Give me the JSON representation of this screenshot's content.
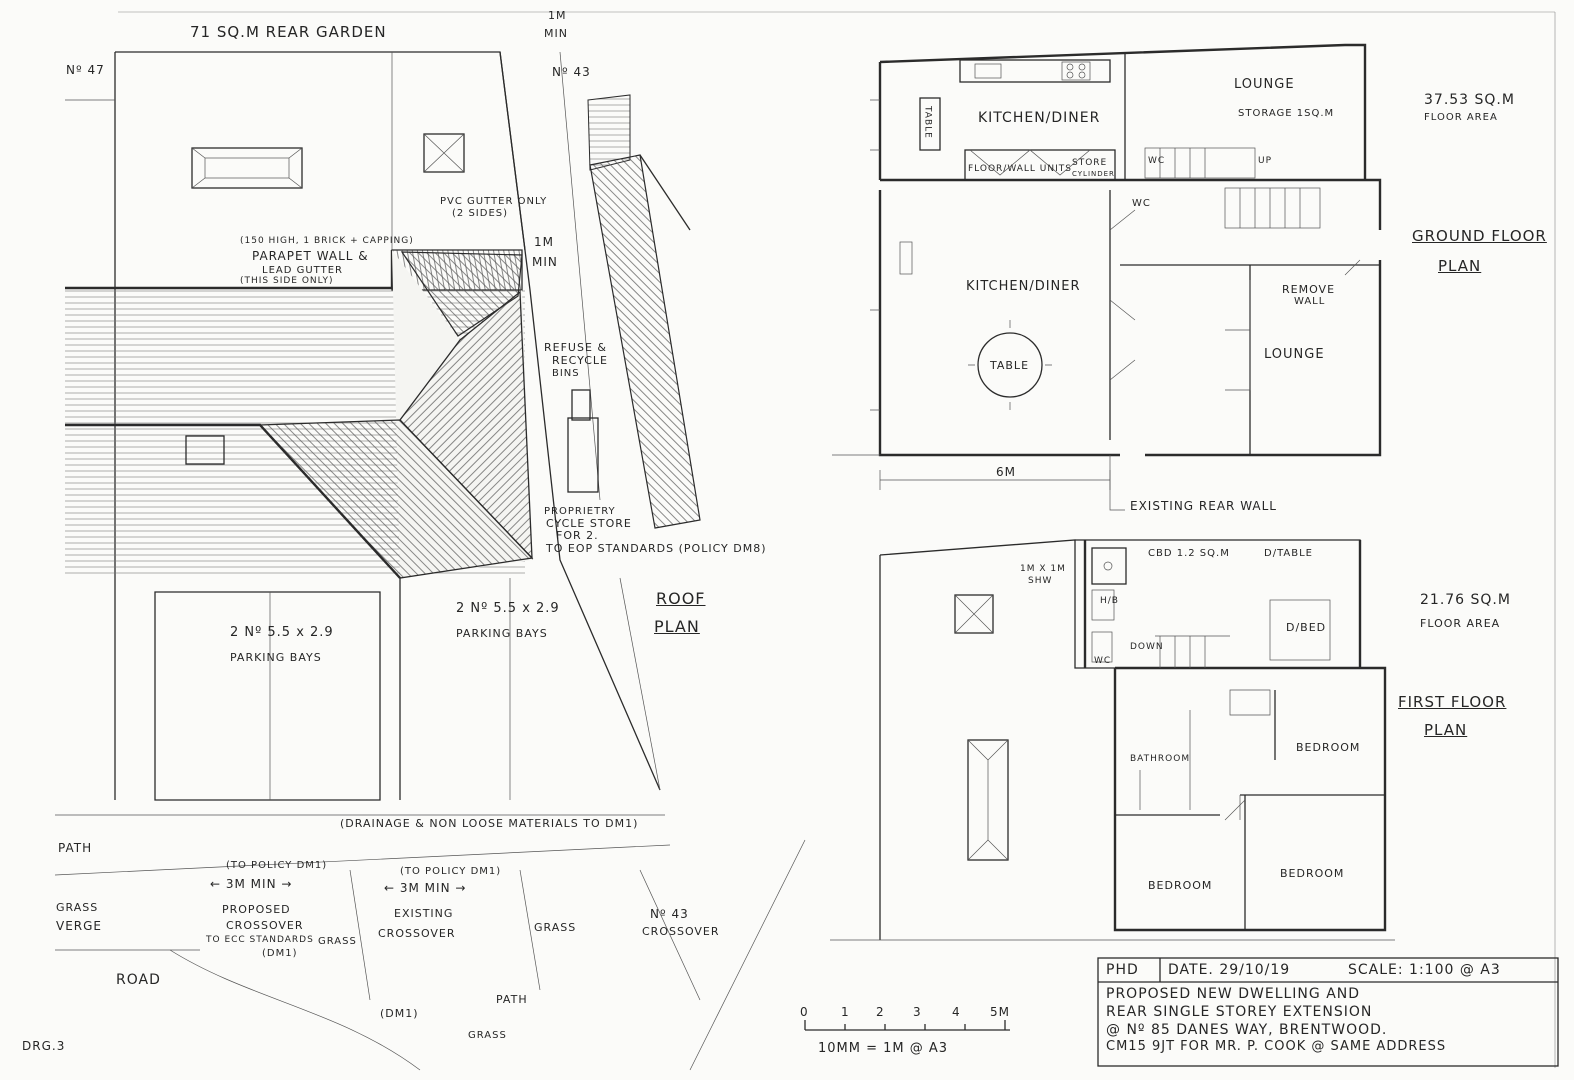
{
  "roof_plan": {
    "rear_garden": "71 SQ.M REAR GARDEN",
    "no47": "Nº 47",
    "no43_top": "Nº 43",
    "min_top_a": "1M",
    "min_top_b": "MIN",
    "pvc_gutter_a": "PVC GUTTER ONLY",
    "pvc_gutter_b": "(2 SIDES)",
    "min_side_a": "1M",
    "min_side_b": "MIN",
    "parapet_note": "(150 HIGH, 1 BRICK + CAPPING)",
    "parapet_a": "PARAPET WALL &",
    "parapet_b": "LEAD GUTTER",
    "parapet_c": "(THIS SIDE ONLY)",
    "refuse_a": "REFUSE &",
    "refuse_b": "RECYCLE",
    "refuse_c": "BINS",
    "cycle_a": "PROPRIETRY",
    "cycle_b": "CYCLE STORE",
    "cycle_c": "FOR 2.",
    "cycle_d": "TO EOP STANDARDS (POLICY DM8)",
    "parking_left_a": "2 Nº 5.5 x 2.9",
    "parking_left_b": "PARKING BAYS",
    "parking_right_a": "2 Nº 5.5 x 2.9",
    "parking_right_b": "PARKING BAYS",
    "title_a": "ROOF",
    "title_b": "PLAN",
    "drainage": "(DRAINAGE & NON LOOSE MATERIALS TO DM1)",
    "path": "PATH",
    "grass_verge_a": "GRASS",
    "grass_verge_b": "VERGE",
    "policy1": "(TO POLICY DM1)",
    "min3_1": "← 3M MIN →",
    "proposed_a": "PROPOSED",
    "proposed_b": "CROSSOVER",
    "proposed_c": "TO ECC STANDARDS",
    "proposed_d": "(DM1)",
    "grass1": "GRASS",
    "policy2": "(TO POLICY DM1)",
    "min3_2": "← 3M MIN →",
    "existing_a": "EXISTING",
    "existing_b": "CROSSOVER",
    "grass2": "GRASS",
    "no43_a": "Nº 43",
    "no43_b": "CROSSOVER",
    "road": "ROAD",
    "dm1": "(DM1)",
    "path2": "PATH",
    "grass3": "GRASS",
    "drg": "DRG.3"
  },
  "scale_bar": {
    "ticks": [
      "0",
      "1",
      "2",
      "3",
      "4",
      "5M"
    ],
    "note": "10MM = 1M @ A3"
  },
  "ground_floor": {
    "kitchen_top": "KITCHEN/DINER",
    "table_v": "TABLE",
    "floor_wall": "FLOOR/WALL UNITS",
    "store": "STORE",
    "store_b": "CYLINDER",
    "lounge_top": "LOUNGE",
    "storage": "STORAGE 1SQ.M",
    "wc1": "WC",
    "up": "UP",
    "wc2": "WC",
    "kitchen_main": "KITCHEN/DINER",
    "table": "TABLE",
    "remove_a": "REMOVE",
    "remove_b": "WALL",
    "lounge_main": "LOUNGE",
    "dim_6m": "6M",
    "existing_rear": "EXISTING REAR WALL",
    "area_a": "37.53 SQ.M",
    "area_b": "FLOOR AREA",
    "title_a": "GROUND FLOOR",
    "title_b": "PLAN"
  },
  "first_floor": {
    "shw_a": "1M X 1M",
    "shw_b": "SHW",
    "cbd": "CBD 1.2 SQ.M",
    "dtable": "D/TABLE",
    "hb": "H/B",
    "wc": "WC",
    "down": "DOWN",
    "dbed": "D/BED",
    "bathroom": "BATHROOM",
    "bedroom1": "BEDROOM",
    "bedroom2": "BEDROOM",
    "bedroom3": "BEDROOM",
    "area_a": "21.76 SQ.M",
    "area_b": "FLOOR AREA",
    "title_a": "FIRST FLOOR",
    "title_b": "PLAN"
  },
  "title_block": {
    "initials": "PHD",
    "date": "DATE. 29/10/19",
    "scale": "SCALE: 1:100 @ A3",
    "line1": "PROPOSED NEW DWELLING AND",
    "line2": "REAR SINGLE STOREY EXTENSION",
    "line3": "@ Nº 85 DANES WAY, BRENTWOOD.",
    "line4": "CM15 9JT FOR MR. P. COOK @ SAME ADDRESS"
  }
}
